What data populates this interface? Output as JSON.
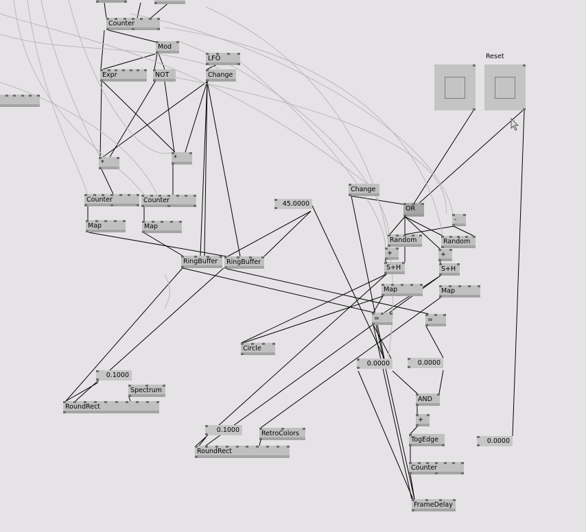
{
  "patch": {
    "nodes": [
      {
        "id": "top-a",
        "label": ""
      },
      {
        "id": "top-b",
        "label": ""
      },
      {
        "id": "counter-1",
        "label": "Counter"
      },
      {
        "id": "mod",
        "label": "Mod"
      },
      {
        "id": "lfo",
        "label": "LFO"
      },
      {
        "id": "expr",
        "label": "Expr"
      },
      {
        "id": "not",
        "label": "NOT"
      },
      {
        "id": "change-1",
        "label": "Change"
      },
      {
        "id": "left-partial",
        "label": ""
      },
      {
        "id": "multiply-1",
        "label": "*"
      },
      {
        "id": "multiply-2",
        "label": "*"
      },
      {
        "id": "counter-2",
        "label": "Counter"
      },
      {
        "id": "counter-3",
        "label": "Counter"
      },
      {
        "id": "map-1",
        "label": "Map"
      },
      {
        "id": "map-2",
        "label": "Map"
      },
      {
        "id": "iobox-angle",
        "label": "45.0000"
      },
      {
        "id": "ringbuffer-1",
        "label": "RingBuffer"
      },
      {
        "id": "ringbuffer-2",
        "label": "RingBuffer"
      },
      {
        "id": "change-2",
        "label": "Change"
      },
      {
        "id": "or",
        "label": "OR"
      },
      {
        "id": "minus",
        "label": "-"
      },
      {
        "id": "random-1",
        "label": "Random"
      },
      {
        "id": "random-2",
        "label": "Random"
      },
      {
        "id": "plus-1",
        "label": "+"
      },
      {
        "id": "plus-2",
        "label": "+"
      },
      {
        "id": "sample-hold-1",
        "label": "S+H"
      },
      {
        "id": "sample-hold-2",
        "label": "S+H"
      },
      {
        "id": "map-3",
        "label": "Map"
      },
      {
        "id": "map-4",
        "label": "Map"
      },
      {
        "id": "equals-1",
        "label": "="
      },
      {
        "id": "equals-2",
        "label": "="
      },
      {
        "id": "circle",
        "label": "Circle"
      },
      {
        "id": "iobox-value-1",
        "label": "0.0000"
      },
      {
        "id": "iobox-value-2",
        "label": "0.0000"
      },
      {
        "id": "iobox-radius-1",
        "label": "0.1000"
      },
      {
        "id": "spectrum",
        "label": "Spectrum"
      },
      {
        "id": "roundrect-1",
        "label": "RoundRect"
      },
      {
        "id": "and",
        "label": "AND"
      },
      {
        "id": "plus-3",
        "label": "+"
      },
      {
        "id": "togedge",
        "label": "TogEdge"
      },
      {
        "id": "iobox-radius-2",
        "label": "0.1000"
      },
      {
        "id": "retrocolors",
        "label": "RetroColors"
      },
      {
        "id": "roundrect-2",
        "label": "RoundRect"
      },
      {
        "id": "iobox-value-3",
        "label": "0.0000"
      },
      {
        "id": "counter-4",
        "label": "Counter"
      },
      {
        "id": "framedelay",
        "label": "FrameDelay"
      }
    ],
    "reset_label": "Reset"
  }
}
